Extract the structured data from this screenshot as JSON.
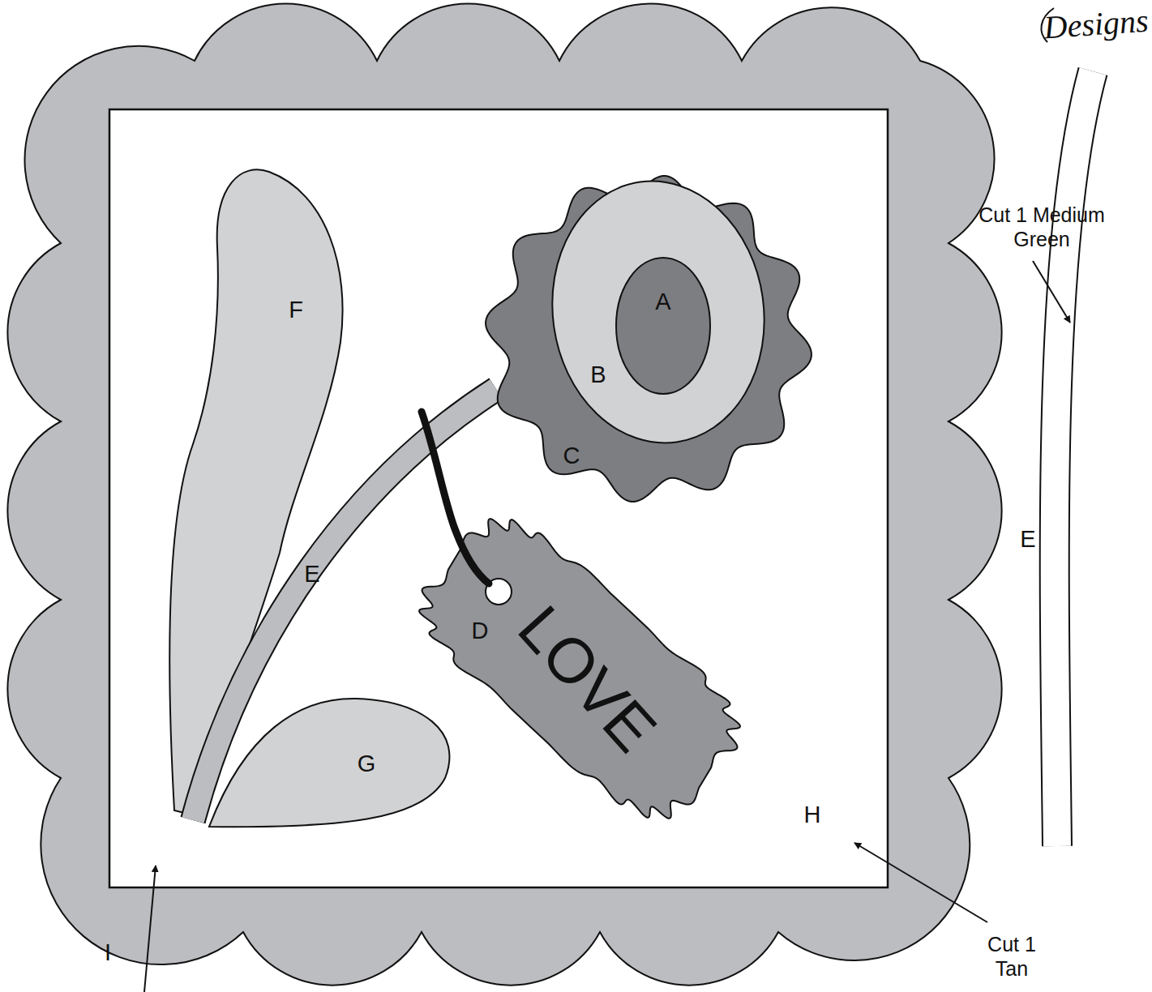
{
  "diagram": {
    "labels": [
      "Designs",
      "Cut 1 Medium Green",
      "F",
      "A",
      "B",
      "C",
      "E",
      "D",
      "LOVE",
      "E",
      "G",
      "H",
      "Cut 1 Tan",
      "I"
    ]
  }
}
